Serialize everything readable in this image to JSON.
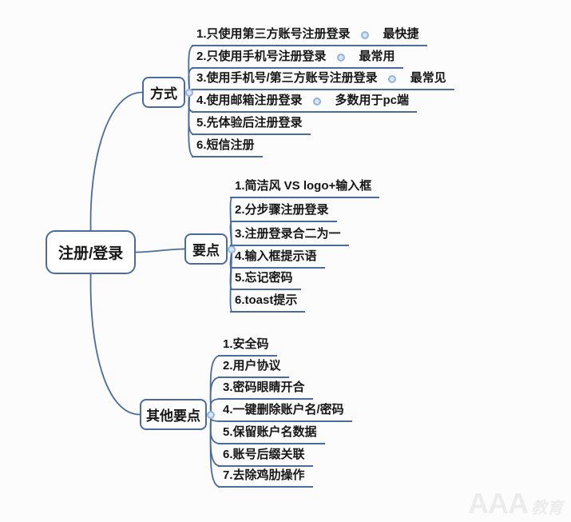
{
  "root": {
    "label": "注册/登录"
  },
  "branches": [
    {
      "label": "方式",
      "items": [
        {
          "label": "1.只使用第三方账号注册登录",
          "note": "最快捷"
        },
        {
          "label": "2.只使用手机号注册登录",
          "note": "最常用"
        },
        {
          "label": "3.使用手机号/第三方账号注册登录",
          "note": "最常见"
        },
        {
          "label": "4.使用邮箱注册登录",
          "note": "多数用于pc端"
        },
        {
          "label": "5.先体验后注册登录"
        },
        {
          "label": "6.短信注册"
        }
      ]
    },
    {
      "label": "要点",
      "items": [
        {
          "label": "1.简洁风 VS logo+输入框"
        },
        {
          "label": "2.分步骤注册登录"
        },
        {
          "label": "3.注册登录合二为一"
        },
        {
          "label": "4.输入框提示语"
        },
        {
          "label": "5.忘记密码"
        },
        {
          "label": "6.toast提示"
        }
      ]
    },
    {
      "label": "其他要点",
      "items": [
        {
          "label": "1.安全码"
        },
        {
          "label": "2.用户协议"
        },
        {
          "label": "3.密码眼睛开合"
        },
        {
          "label": "4.一键删除账户名/密码"
        },
        {
          "label": "5.保留账户名数据"
        },
        {
          "label": "6.账号后缀关联"
        },
        {
          "label": "7.去除鸡肋操作"
        }
      ]
    }
  ],
  "watermark": {
    "main": "AAA",
    "sub": "教育"
  },
  "colors": {
    "line": "#4a6b9f",
    "text": "#161616",
    "dot_fill": "#d9e5f5",
    "dot_border": "#94b3dc",
    "background": "#fcfcfc",
    "watermark": "#ececec"
  }
}
